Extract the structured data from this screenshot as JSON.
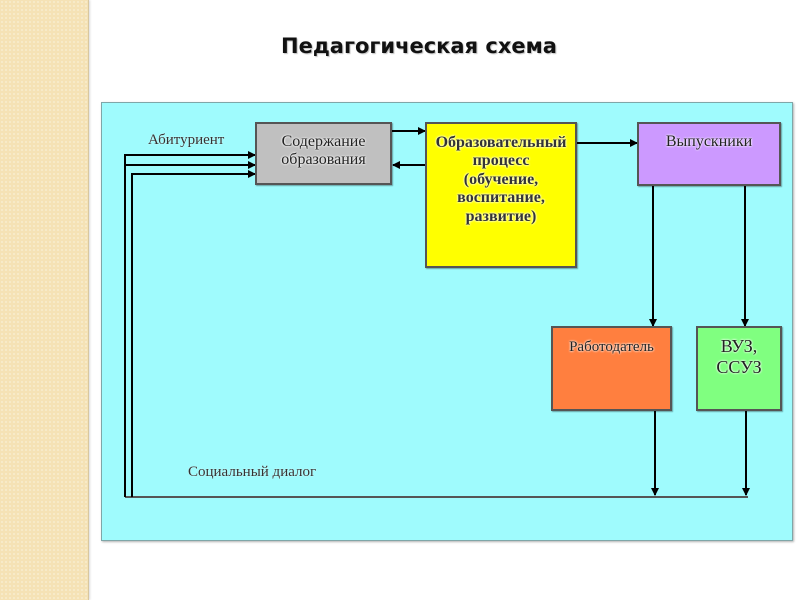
{
  "slide": {
    "title": "Педагогическая схема"
  },
  "diagram": {
    "nodes": {
      "content": {
        "label": "Содержание образования",
        "line1": "Содержание",
        "line2": "образования",
        "color": "#c0c0c0"
      },
      "process": {
        "line1": "Образовательный",
        "line2": "процесс",
        "line3": "(обучение,",
        "line4": "воспитание,",
        "line5": "развитие)",
        "color": "#ffff00"
      },
      "graduates": {
        "label": "Выпускники",
        "color": "#cc99ff"
      },
      "employer": {
        "label": "Работодатель",
        "color": "#ff7f3f"
      },
      "university": {
        "line1": "ВУЗ,",
        "line2": "ССУЗ",
        "color": "#80ff80"
      }
    },
    "labels": {
      "applicant": "Абитуриент",
      "social_dialog": "Социальный диалог"
    },
    "colors": {
      "background": "#9ffbfd",
      "line": "#000000"
    }
  }
}
